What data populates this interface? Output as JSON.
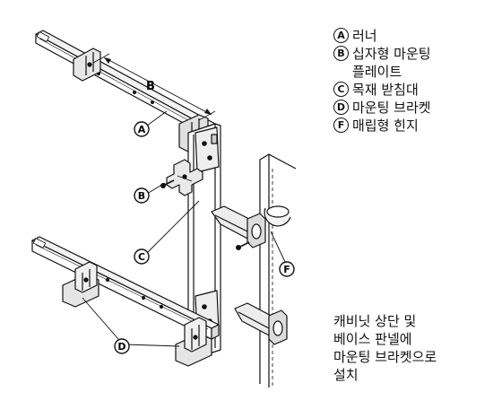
{
  "legend": [
    {
      "letter": "A",
      "text": "러너"
    },
    {
      "letter": "B",
      "text": "십자형 마운팅\n플레이트"
    },
    {
      "letter": "C",
      "text": "목재 받침대"
    },
    {
      "letter": "D",
      "text": "마운팅 브라켓"
    },
    {
      "letter": "F",
      "text": "매립형 힌지"
    }
  ],
  "note": "캐비닛 상단 및\n베이스 판넬에\n마운팅 브라켓으로\n설치",
  "diagram": {
    "dimension_label": "B",
    "callouts": {
      "a": "A",
      "b": "B",
      "c": "C",
      "d": "D",
      "f": "F"
    }
  }
}
